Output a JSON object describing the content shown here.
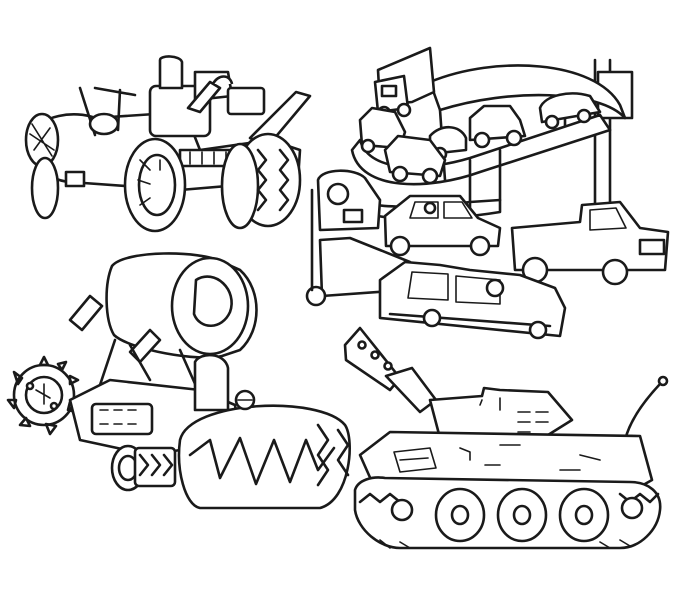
{
  "colors": {
    "background": "#ffffff",
    "ink": "#1a1a1a"
  },
  "illustration": {
    "style": "black-and-white line-art coloring page",
    "vehicles": [
      "antique-hot-rod",
      "traffic-jam-spiral-highway",
      "buzzsaw-cannon-kart",
      "cartoon-army-tank"
    ]
  }
}
